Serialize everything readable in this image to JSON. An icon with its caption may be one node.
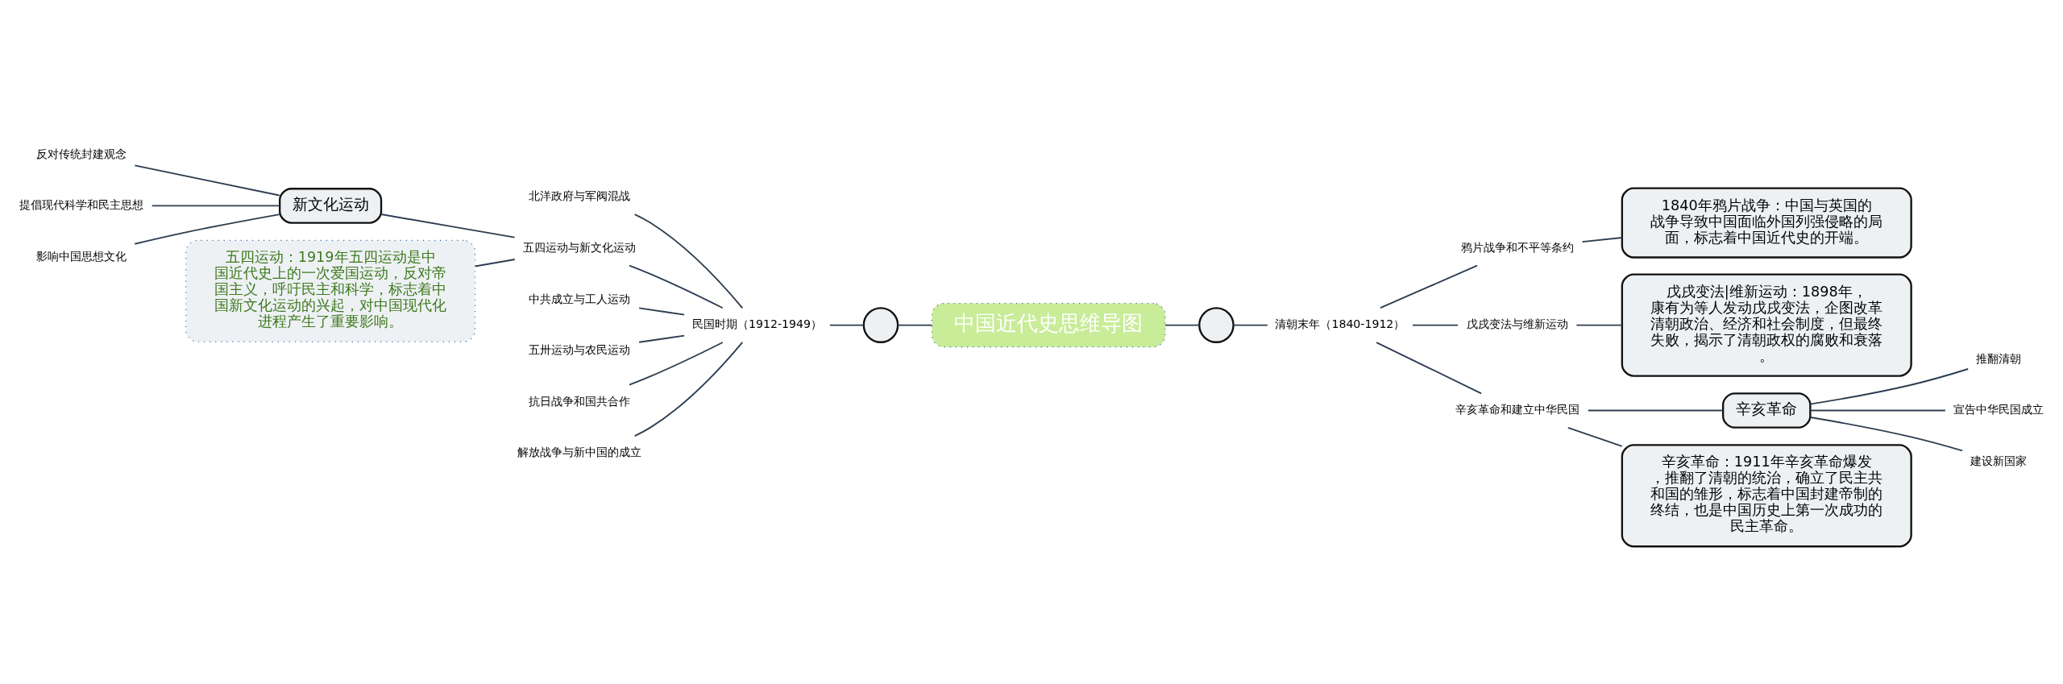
{
  "diagram": {
    "nodes": [
      {
        "text": [
          "中国近代史思维导图"
        ]
      },
      {
        "text": [],
        "shape": "circle"
      },
      {
        "text": [],
        "shape": "circle"
      },
      {
        "text": [
          "民国时期（1912-1949）"
        ]
      },
      {
        "text": [
          "北洋政府与军阀混战"
        ]
      },
      {
        "text": [
          "五四运动与新文化运动"
        ]
      },
      {
        "text": [
          "新文化运动"
        ]
      },
      {
        "text": [
          "反对传统封建观念"
        ]
      },
      {
        "text": [
          "提倡现代科学和民主思想"
        ]
      },
      {
        "text": [
          "影响中国思想文化"
        ]
      },
      {
        "text": [
          "五四运动：1919年五四运动是中国近代史上的一次爱国运动，反对帝国主义，呼吁民主和科学，标志着中国新文化运动的兴起，对中国现代化进程产生了重要影响。"
        ]
      },
      {
        "text": [
          "中共成立与工人运动"
        ]
      },
      {
        "text": [
          "五卅运动与农民运动"
        ]
      },
      {
        "text": [
          "抗日战争和国共合作"
        ]
      },
      {
        "text": [
          "解放战争与新中国的成立"
        ]
      },
      {
        "text": [
          "清朝末年（1840-1912）"
        ]
      },
      {
        "text": [
          "鸦片战争和不平等条约"
        ]
      },
      {
        "text": [
          "1840年鸦片战争：中国与英国的战争导致中国面临外国列强侵略的局面，标志着中国近代史的开端。"
        ]
      },
      {
        "text": [
          "戊戌变法与维新运动"
        ]
      },
      {
        "text": [
          "戊戌变法|维新运动：1898年，康有为等人发动戊戌变法，企图改革清朝政治、经济和社会制度，但最终失败，揭示了清朝政权的腐败和衰落。"
        ]
      },
      {
        "text": [
          "辛亥革命和建立中华民国"
        ]
      },
      {
        "text": [
          "辛亥革命"
        ]
      },
      {
        "text": [
          "推翻清朝"
        ]
      },
      {
        "text": [
          "宣告中华民国成立"
        ]
      },
      {
        "text": [
          "建设新国家"
        ]
      },
      {
        "text": [
          "辛亥革命：1911年辛亥革命爆发，推翻了清朝的统治，确立了民主共和国的雏形，标志着中国封建帝制的终结，也是中国历史上第一次成功的民主革命。"
        ]
      }
    ],
    "edges": [
      {
        "from": 1,
        "to": 0,
        "arrow": "none"
      },
      {
        "from": 3,
        "to": 1,
        "arrow": "none"
      },
      {
        "from": 4,
        "to": 3,
        "arrow": "none"
      },
      {
        "from": 5,
        "to": 3,
        "arrow": "none"
      },
      {
        "from": 6,
        "to": 5,
        "arrow": "none"
      },
      {
        "from": 7,
        "to": 6,
        "arrow": "none"
      },
      {
        "from": 8,
        "to": 6,
        "arrow": "none"
      },
      {
        "from": 9,
        "to": 6,
        "arrow": "none"
      },
      {
        "from": 10,
        "to": 5,
        "arrow": "none"
      },
      {
        "from": 11,
        "to": 3,
        "arrow": "none"
      },
      {
        "from": 12,
        "to": 3,
        "arrow": "none"
      },
      {
        "from": 13,
        "to": 3,
        "arrow": "none"
      },
      {
        "from": 14,
        "to": 3,
        "arrow": "none"
      },
      {
        "from": 0,
        "to": 2,
        "arrow": "none"
      },
      {
        "from": 2,
        "to": 15,
        "arrow": "none"
      },
      {
        "from": 15,
        "to": 16,
        "arrow": "none"
      },
      {
        "from": 16,
        "to": 17,
        "arrow": "none"
      },
      {
        "from": 15,
        "to": 18,
        "arrow": "none"
      },
      {
        "from": 18,
        "to": 19,
        "arrow": "none"
      },
      {
        "from": 15,
        "to": 20,
        "arrow": "none"
      },
      {
        "from": 20,
        "to": 21,
        "arrow": "none"
      },
      {
        "from": 21,
        "to": 22,
        "arrow": "none"
      },
      {
        "from": 21,
        "to": 23,
        "arrow": "none"
      },
      {
        "from": 21,
        "to": 24,
        "arrow": "none"
      },
      {
        "from": 20,
        "to": 25,
        "arrow": "none"
      }
    ]
  }
}
